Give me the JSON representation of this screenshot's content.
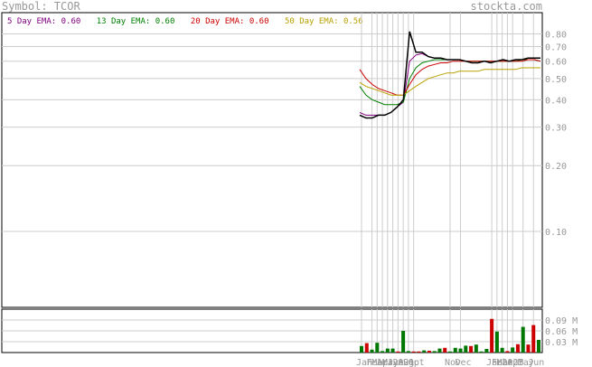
{
  "header": {
    "symbol_label": "Symbol: TCOR",
    "site": "stockta.com"
  },
  "legend": [
    {
      "label": "5 Day EMA: 0.60",
      "color": "#800080"
    },
    {
      "label": "13 Day EMA: 0.60",
      "color": "#008000"
    },
    {
      "label": "20 Day EMA: 0.60",
      "color": "#cc0000"
    },
    {
      "label": "50 Day EMA: 0.56",
      "color": "#b8a000"
    }
  ],
  "colors": {
    "price": "#000000",
    "up_volume": "#007700",
    "down_volume": "#cc0000",
    "grid": "#cccccc",
    "axis_text": "#999999"
  },
  "chart_data": [
    {
      "type": "line",
      "title": "",
      "y_scale": "log",
      "yticks": [
        {
          "label": "0.80",
          "v": 0.8
        },
        {
          "label": "0.70",
          "v": 0.7
        },
        {
          "label": "0.60",
          "v": 0.6
        },
        {
          "label": "0.50",
          "v": 0.5
        },
        {
          "label": "0.40",
          "v": 0.4
        },
        {
          "label": "0.30",
          "v": 0.3
        },
        {
          "label": "0.20",
          "v": 0.2
        },
        {
          "label": "0.10",
          "v": 0.1
        }
      ],
      "x": [
        0,
        1,
        2,
        3,
        4,
        5,
        6,
        7,
        8,
        9,
        10,
        11,
        12,
        13,
        14,
        15,
        16,
        17,
        18,
        19,
        20,
        21,
        22,
        23,
        24,
        25,
        26,
        27,
        28,
        29
      ],
      "xticks": [
        {
          "label": "Jan",
          "i": 0
        },
        {
          "label": "Feb",
          "i": 2
        },
        {
          "label": "Mar",
          "i": 3
        },
        {
          "label": "Apr",
          "i": 4
        },
        {
          "label": "May",
          "i": 5
        },
        {
          "label": "Jun",
          "i": 6
        },
        {
          "label": "2021",
          "i": 7
        },
        {
          "label": "Aug",
          "i": 8
        },
        {
          "label": "Sep",
          "i": 9
        },
        {
          "label": "Oct",
          "i": 10
        },
        {
          "label": "Nov",
          "i": 17
        },
        {
          "label": "Dec",
          "i": 19
        },
        {
          "label": "Jan",
          "i": 25
        },
        {
          "label": "Feb",
          "i": 26
        },
        {
          "label": "Mar",
          "i": 27
        },
        {
          "label": "2025",
          "i": 28
        },
        {
          "label": "Apr",
          "i": 29
        },
        {
          "label": "May",
          "i": 31
        },
        {
          "label": "Jun",
          "i": 33
        }
      ],
      "series": [
        {
          "name": "price",
          "values": [
            0.34,
            0.33,
            0.33,
            0.34,
            0.34,
            0.35,
            0.37,
            0.4,
            0.82,
            0.66,
            0.66,
            0.63,
            0.62,
            0.62,
            0.61,
            0.61,
            0.61,
            0.6,
            0.59,
            0.59,
            0.6,
            0.59,
            0.6,
            0.61,
            0.6,
            0.61,
            0.61,
            0.62,
            0.62,
            0.62
          ]
        },
        {
          "name": "5 Day EMA",
          "values": [
            0.35,
            0.34,
            0.34,
            0.34,
            0.34,
            0.35,
            0.37,
            0.39,
            0.6,
            0.64,
            0.65,
            0.63,
            0.62,
            0.62,
            0.61,
            0.61,
            0.61,
            0.6,
            0.59,
            0.59,
            0.6,
            0.59,
            0.6,
            0.61,
            0.6,
            0.61,
            0.61,
            0.61,
            0.61,
            0.6
          ]
        },
        {
          "name": "13 Day EMA",
          "values": [
            0.46,
            0.42,
            0.4,
            0.39,
            0.38,
            0.38,
            0.38,
            0.39,
            0.5,
            0.56,
            0.59,
            0.6,
            0.61,
            0.61,
            0.61,
            0.61,
            0.61,
            0.6,
            0.6,
            0.6,
            0.6,
            0.6,
            0.6,
            0.6,
            0.6,
            0.6,
            0.61,
            0.61,
            0.61,
            0.6
          ]
        },
        {
          "name": "20 Day EMA",
          "values": [
            0.55,
            0.5,
            0.47,
            0.45,
            0.44,
            0.43,
            0.42,
            0.42,
            0.47,
            0.52,
            0.55,
            0.57,
            0.58,
            0.59,
            0.59,
            0.6,
            0.6,
            0.6,
            0.6,
            0.6,
            0.6,
            0.6,
            0.6,
            0.6,
            0.6,
            0.6,
            0.6,
            0.61,
            0.61,
            0.6
          ]
        },
        {
          "name": "50 Day EMA",
          "values": [
            0.48,
            0.46,
            0.45,
            0.44,
            0.43,
            0.42,
            0.42,
            0.42,
            0.44,
            0.46,
            0.48,
            0.5,
            0.51,
            0.52,
            0.53,
            0.53,
            0.54,
            0.54,
            0.54,
            0.54,
            0.55,
            0.55,
            0.55,
            0.55,
            0.55,
            0.55,
            0.56,
            0.56,
            0.56,
            0.56
          ]
        }
      ]
    },
    {
      "type": "bar",
      "title": "",
      "yticks": [
        {
          "label": "0.09 M",
          "v": 0.09
        },
        {
          "label": "0.06 M",
          "v": 0.06
        },
        {
          "label": "0.03 M",
          "v": 0.03
        }
      ],
      "ylim": [
        0,
        0.115
      ],
      "bars": [
        {
          "i": 0,
          "v": 0.018,
          "dir": "up"
        },
        {
          "i": 1,
          "v": 0.026,
          "dir": "down"
        },
        {
          "i": 2,
          "v": 0.008,
          "dir": "up"
        },
        {
          "i": 3,
          "v": 0.027,
          "dir": "up"
        },
        {
          "i": 4,
          "v": 0.004,
          "dir": "up"
        },
        {
          "i": 5,
          "v": 0.011,
          "dir": "up"
        },
        {
          "i": 6,
          "v": 0.011,
          "dir": "up"
        },
        {
          "i": 7,
          "v": 0.003,
          "dir": "down"
        },
        {
          "i": 8,
          "v": 0.06,
          "dir": "up"
        },
        {
          "i": 9,
          "v": 0.004,
          "dir": "up"
        },
        {
          "i": 10,
          "v": 0.003,
          "dir": "down"
        },
        {
          "i": 11,
          "v": 0.003,
          "dir": "down"
        },
        {
          "i": 12,
          "v": 0.006,
          "dir": "up"
        },
        {
          "i": 13,
          "v": 0.005,
          "dir": "down"
        },
        {
          "i": 14,
          "v": 0.004,
          "dir": "up"
        },
        {
          "i": 15,
          "v": 0.011,
          "dir": "up"
        },
        {
          "i": 16,
          "v": 0.013,
          "dir": "down"
        },
        {
          "i": 17,
          "v": 0.003,
          "dir": "up"
        },
        {
          "i": 18,
          "v": 0.013,
          "dir": "up"
        },
        {
          "i": 19,
          "v": 0.011,
          "dir": "up"
        },
        {
          "i": 20,
          "v": 0.019,
          "dir": "up"
        },
        {
          "i": 21,
          "v": 0.018,
          "dir": "down"
        },
        {
          "i": 22,
          "v": 0.022,
          "dir": "up"
        },
        {
          "i": 23,
          "v": 0.003,
          "dir": "up"
        },
        {
          "i": 24,
          "v": 0.01,
          "dir": "up"
        },
        {
          "i": 25,
          "v": 0.093,
          "dir": "down"
        },
        {
          "i": 26,
          "v": 0.058,
          "dir": "up"
        },
        {
          "i": 27,
          "v": 0.013,
          "dir": "up"
        },
        {
          "i": 28,
          "v": 0.004,
          "dir": "down"
        },
        {
          "i": 29,
          "v": 0.014,
          "dir": "up"
        },
        {
          "i": 30,
          "v": 0.023,
          "dir": "down"
        },
        {
          "i": 31,
          "v": 0.071,
          "dir": "up"
        },
        {
          "i": 32,
          "v": 0.022,
          "dir": "down"
        },
        {
          "i": 33,
          "v": 0.076,
          "dir": "down"
        },
        {
          "i": 34,
          "v": 0.035,
          "dir": "up"
        }
      ]
    }
  ]
}
